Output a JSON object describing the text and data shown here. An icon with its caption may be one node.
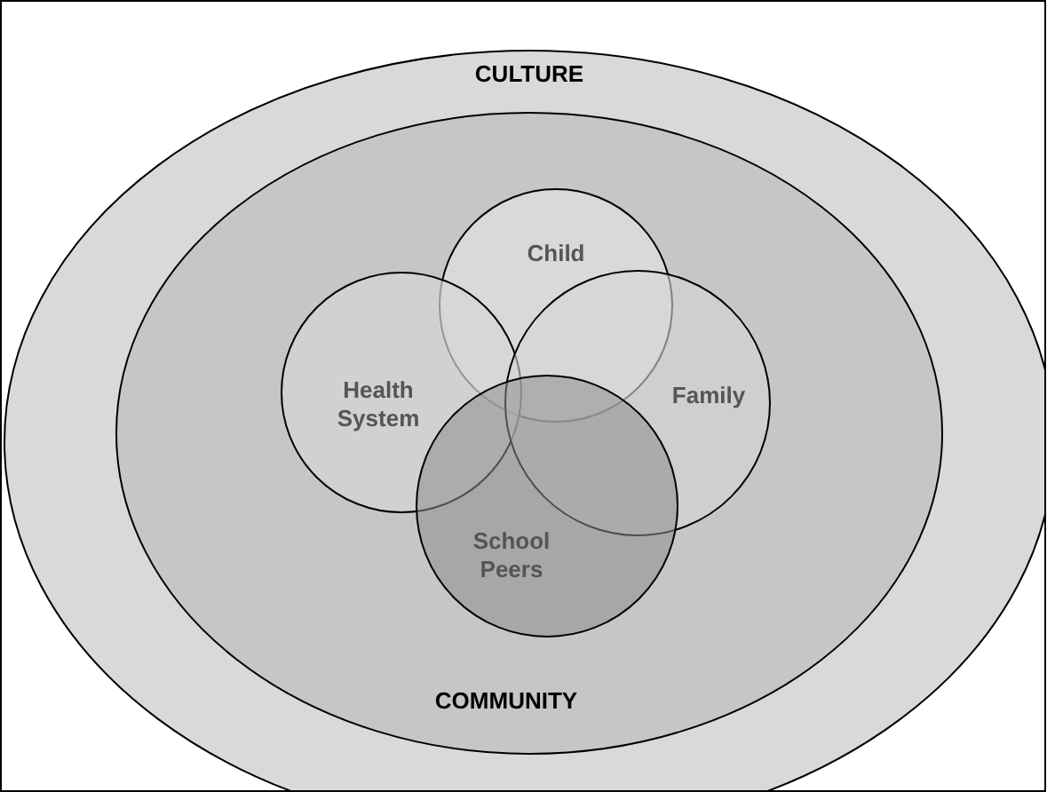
{
  "diagram": {
    "nodes": [
      {
        "text": [
          "CULTURE"
        ]
      },
      {
        "text": [
          "COMMUNITY"
        ],
        "in": 0
      },
      {
        "text": [
          "Child"
        ],
        "in": 1
      },
      {
        "text": [
          "Health System"
        ],
        "in": 1
      },
      {
        "text": [
          "Family"
        ],
        "in": 1
      },
      {
        "text": [
          "School Peers"
        ],
        "in": 1
      }
    ]
  }
}
